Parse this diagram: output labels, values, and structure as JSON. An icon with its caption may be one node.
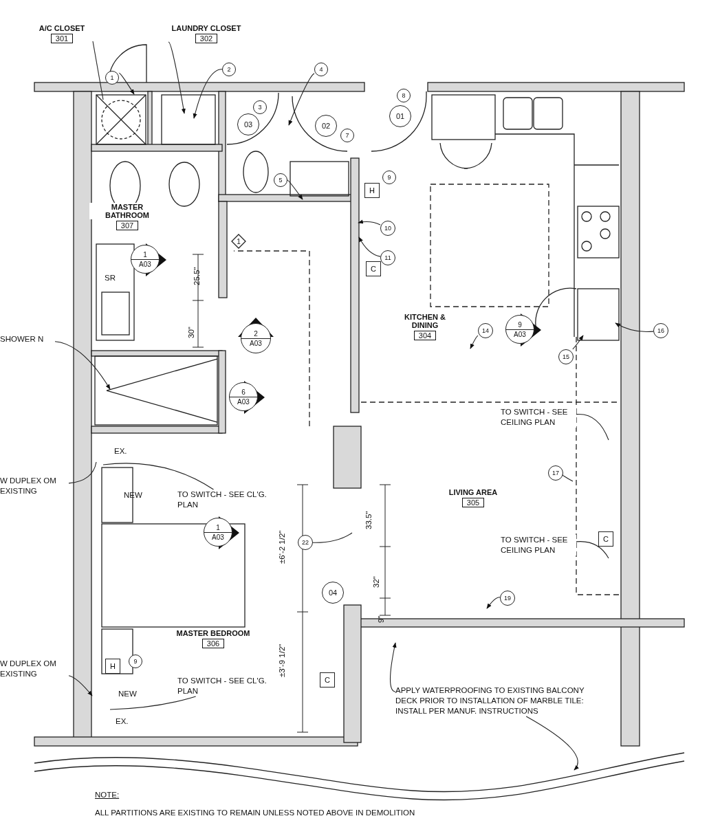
{
  "diagram": {
    "nodes": [
      {
        "text": [
          "A/C CLOSET",
          "301"
        ]
      },
      {
        "text": [
          "LAUNDRY CLOSET",
          "302"
        ]
      },
      {
        "text": [
          "1"
        ]
      },
      {
        "text": [
          "2"
        ]
      },
      {
        "text": [
          "4"
        ]
      },
      {
        "text": [
          "8"
        ]
      },
      {
        "text": [
          "01"
        ]
      },
      {
        "text": [
          "3"
        ]
      },
      {
        "text": [
          "03"
        ]
      },
      {
        "text": [
          "02"
        ]
      },
      {
        "text": [
          "7"
        ]
      },
      {
        "text": [
          "5"
        ]
      },
      {
        "text": [
          "9"
        ]
      },
      {
        "text": [
          "H"
        ]
      },
      {
        "text": [
          "MASTER BATHROOM",
          "307"
        ]
      },
      {
        "text": [
          "10"
        ]
      },
      {
        "text": [
          "11"
        ]
      },
      {
        "text": [
          "C"
        ]
      },
      {
        "text": [
          "1"
        ]
      },
      {
        "text": [
          "1",
          "A03"
        ]
      },
      {
        "text": [
          "KITCHEN & DINING",
          "304"
        ]
      },
      {
        "text": [
          "14"
        ]
      },
      {
        "text": [
          "9",
          "A03"
        ]
      },
      {
        "text": [
          "16"
        ]
      },
      {
        "text": [
          "2",
          "A03"
        ]
      },
      {
        "text": [
          "15"
        ]
      },
      {
        "text": [
          "SHOWER N"
        ]
      },
      {
        "text": [
          "6",
          "A03"
        ]
      },
      {
        "text": [
          "TO SWITCH - SEE CEILING PLAN"
        ]
      },
      {
        "text": [
          "17"
        ]
      },
      {
        "text": [
          "W DUPLEX OM EXISTING"
        ]
      },
      {
        "text": [
          "TO SWITCH - SEE CL'G. PLAN"
        ]
      },
      {
        "text": [
          "LIVING AREA",
          "305"
        ]
      },
      {
        "text": [
          "22"
        ]
      },
      {
        "text": [
          "1",
          "A03"
        ]
      },
      {
        "text": [
          "TO SWITCH - SEE CEILING PLAN"
        ]
      },
      {
        "text": [
          "C"
        ]
      },
      {
        "text": [
          "04"
        ]
      },
      {
        "text": [
          "19"
        ]
      },
      {
        "text": [
          "MASTER BEDROOM",
          "306"
        ]
      },
      {
        "text": [
          "W DUPLEX OM EXISTING"
        ]
      },
      {
        "text": [
          "H"
        ]
      },
      {
        "text": [
          "9"
        ]
      },
      {
        "text": [
          "TO SWITCH - SEE CL'G. PLAN"
        ]
      },
      {
        "text": [
          "C"
        ]
      },
      {
        "text": [
          "APPLY WATERPROOFING TO EXISTING BALCONY DECK PRIOR TO INSTALLATION OF MARBLE TILE: INSTALL PER MANUF. INSTRUCTIONS"
        ]
      }
    ],
    "edges": [
      {
        "from": 0,
        "to": null,
        "arrow": "none"
      },
      {
        "from": 1,
        "to": null,
        "arrow": "to"
      },
      {
        "from": 2,
        "to": null,
        "arrow": "to"
      },
      {
        "from": 3,
        "to": null,
        "arrow": "to"
      },
      {
        "from": 4,
        "to": null,
        "arrow": "to"
      },
      {
        "from": 11,
        "to": null,
        "arrow": "to"
      },
      {
        "from": 15,
        "to": null,
        "arrow": "to"
      },
      {
        "from": 16,
        "to": null,
        "arrow": "to"
      },
      {
        "from": 21,
        "to": null,
        "arrow": "to"
      },
      {
        "from": 23,
        "to": null,
        "arrow": "to"
      },
      {
        "from": 25,
        "to": null,
        "arrow": "to"
      },
      {
        "from": 26,
        "to": null,
        "arrow": "to"
      },
      {
        "from": 28,
        "to": null,
        "arrow": "none"
      },
      {
        "from": 29,
        "to": null,
        "arrow": "none"
      },
      {
        "from": 30,
        "to": null,
        "arrow": "none"
      },
      {
        "from": 31,
        "to": null,
        "arrow": "none"
      },
      {
        "from": 33,
        "to": null,
        "arrow": "none"
      },
      {
        "from": 35,
        "to": null,
        "arrow": "none"
      },
      {
        "from": 38,
        "to": null,
        "arrow": "to"
      },
      {
        "from": 40,
        "to": null,
        "arrow": "to"
      },
      {
        "from": 43,
        "to": null,
        "arrow": "none"
      },
      {
        "from": 45,
        "to": null,
        "arrow": "to"
      },
      {
        "from": 45,
        "to": null,
        "arrow": "to"
      }
    ],
    "labels": [
      "SR",
      "25.5\"",
      "30\"",
      "EX.",
      "NEW",
      "33.5\"",
      "±6'-2 1/2\"",
      "32\"",
      "9\"",
      "±3'-9 1/2\"",
      "NEW",
      "EX.",
      "NOTE:",
      "ALL PARTITIONS ARE EXISTING TO REMAIN UNLESS NOTED ABOVE IN DEMOLITION"
    ]
  }
}
